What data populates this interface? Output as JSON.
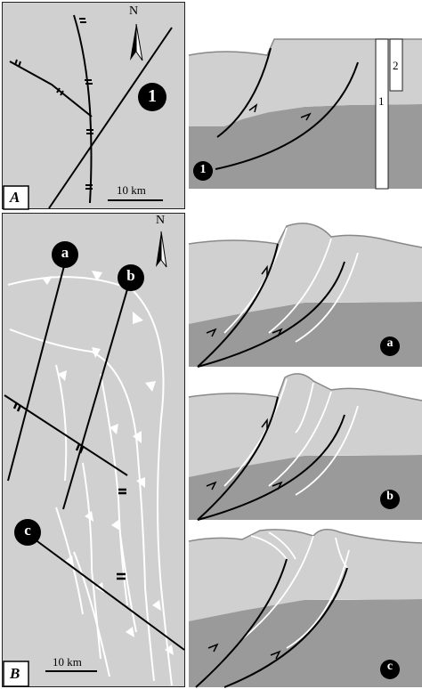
{
  "panel_a": {
    "label": "A",
    "north": "N",
    "fault_marker": "1",
    "scale_text": "10 km",
    "section": {
      "fault_marker": "1",
      "well_1": "1",
      "well_2": "2"
    }
  },
  "panel_b": {
    "label": "B",
    "north": "N",
    "line_a": "a",
    "line_b": "b",
    "line_c": "c",
    "scale_text": "10 km",
    "section_a_label": "a",
    "section_b_label": "b",
    "section_c_label": "c"
  }
}
